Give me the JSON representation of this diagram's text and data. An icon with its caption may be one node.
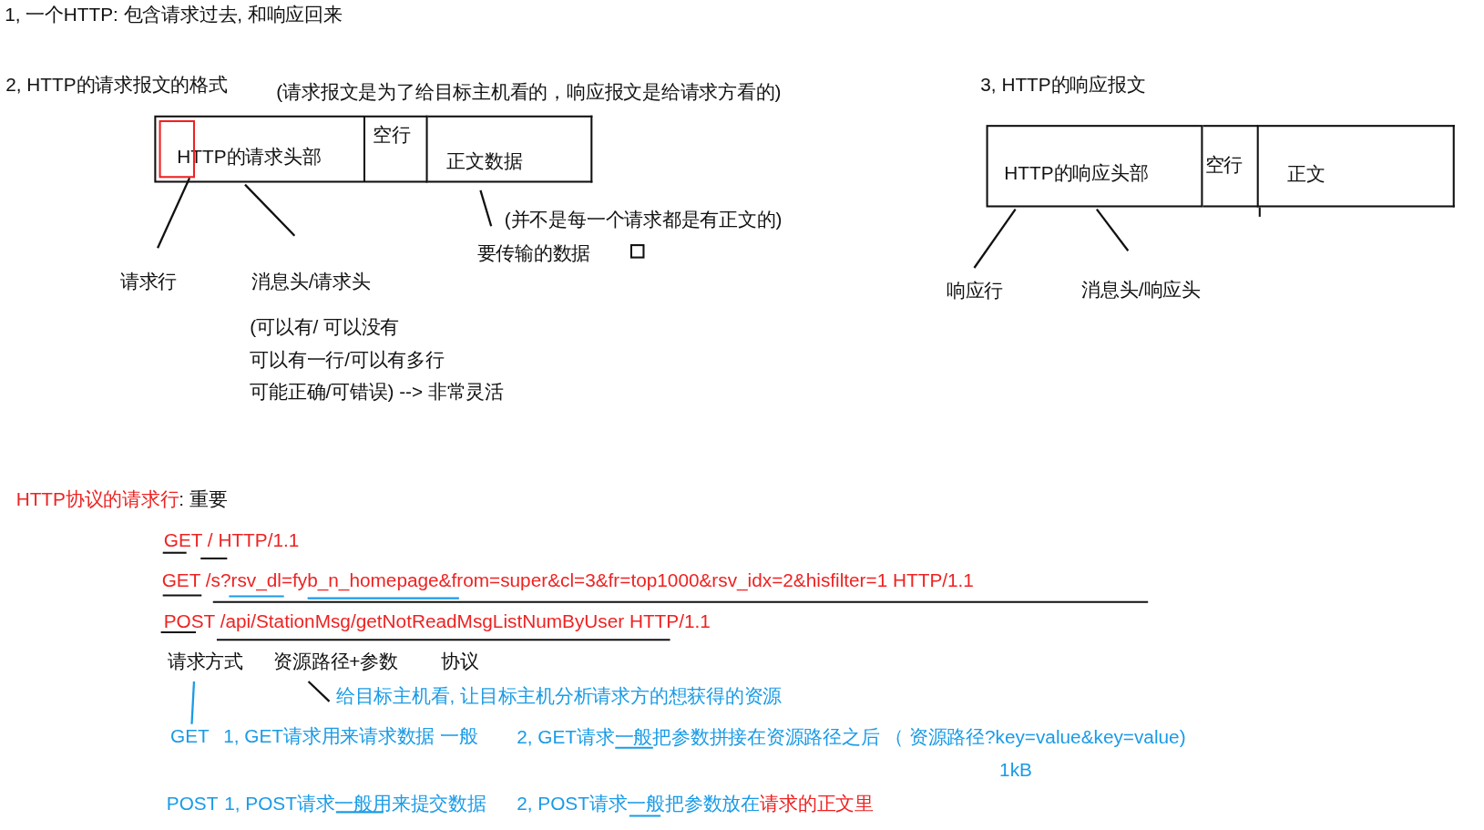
{
  "diagram": {
    "nodes": [
      {
        "text": [
          "HTTP的请求头部"
        ]
      },
      {
        "text": [],
        "shape": "box",
        "in": 0
      },
      {
        "text": [
          "空行"
        ]
      },
      {
        "text": [
          "正文数据"
        ]
      },
      {
        "text": [
          "HTTP的响应头部"
        ]
      },
      {
        "text": [
          "空行"
        ]
      },
      {
        "text": [
          "正文"
        ]
      },
      {
        "text": [
          "请求行"
        ]
      },
      {
        "text": [
          "消息头/请求头"
        ]
      },
      {
        "text": [
          "要传输的数据"
        ],
        "beside": [
          "(并不是每一个请求都是有正文的)"
        ]
      },
      {
        "text": [
          "响应行"
        ]
      },
      {
        "text": [
          "消息头/响应头"
        ]
      },
      {
        "text": [
          "请求方式"
        ]
      },
      {
        "text": [
          "GET"
        ]
      },
      {
        "text": [
          "资源路径+参数"
        ]
      },
      {
        "text": [
          "给目标主机看, 让目标主机分析请求方的想获得的资源"
        ]
      }
    ],
    "edges": [
      {
        "from": 7,
        "to": 1,
        "arrow": "none"
      },
      {
        "from": 8,
        "to": 0,
        "arrow": "none"
      },
      {
        "from": 3,
        "to": 9,
        "arrow": "none"
      },
      {
        "from": 10,
        "to": 4,
        "arrow": "none"
      },
      {
        "from": 11,
        "to": 4,
        "arrow": "none"
      },
      {
        "from": 12,
        "to": 13,
        "arrow": "none",
        "color": "#1a9be6"
      },
      {
        "from": 14,
        "to": 15,
        "arrow": "none"
      }
    ],
    "labels": [
      "1, 一个HTTP: 包含请求过去, 和响应回来",
      "2, HTTP的请求报文的格式",
      "(请求报文是为了给目标主机看的，响应报文是给请求方看的)",
      "3, HTTP的响应报文",
      "(可以有/ 可以没有",
      "可以有一行/可以有多行",
      "可能正确/可错误)  --> 非常灵活",
      "HTTP协议的请求行",
      ": 重要",
      "GET / HTTP/1.1",
      "GET /s?rsv_dl=fyb_n_homepage&from=super&cl=3&fr=top1000&rsv_idx=2&hisfilter=1 HTTP/1.1",
      "POST /api/StationMsg/getNotReadMsgListNumByUser HTTP/1.1",
      "协议",
      "1, GET请求用来请求数据 一般",
      "2, GET请求一般把参数拼接在资源路径之后 （ 资源路径?key=value&key=value)",
      "1kB",
      "POST",
      "1, POST请求一般用来提交数据",
      "2, POST请求一般把参数放在",
      "请求的正文里"
    ]
  }
}
